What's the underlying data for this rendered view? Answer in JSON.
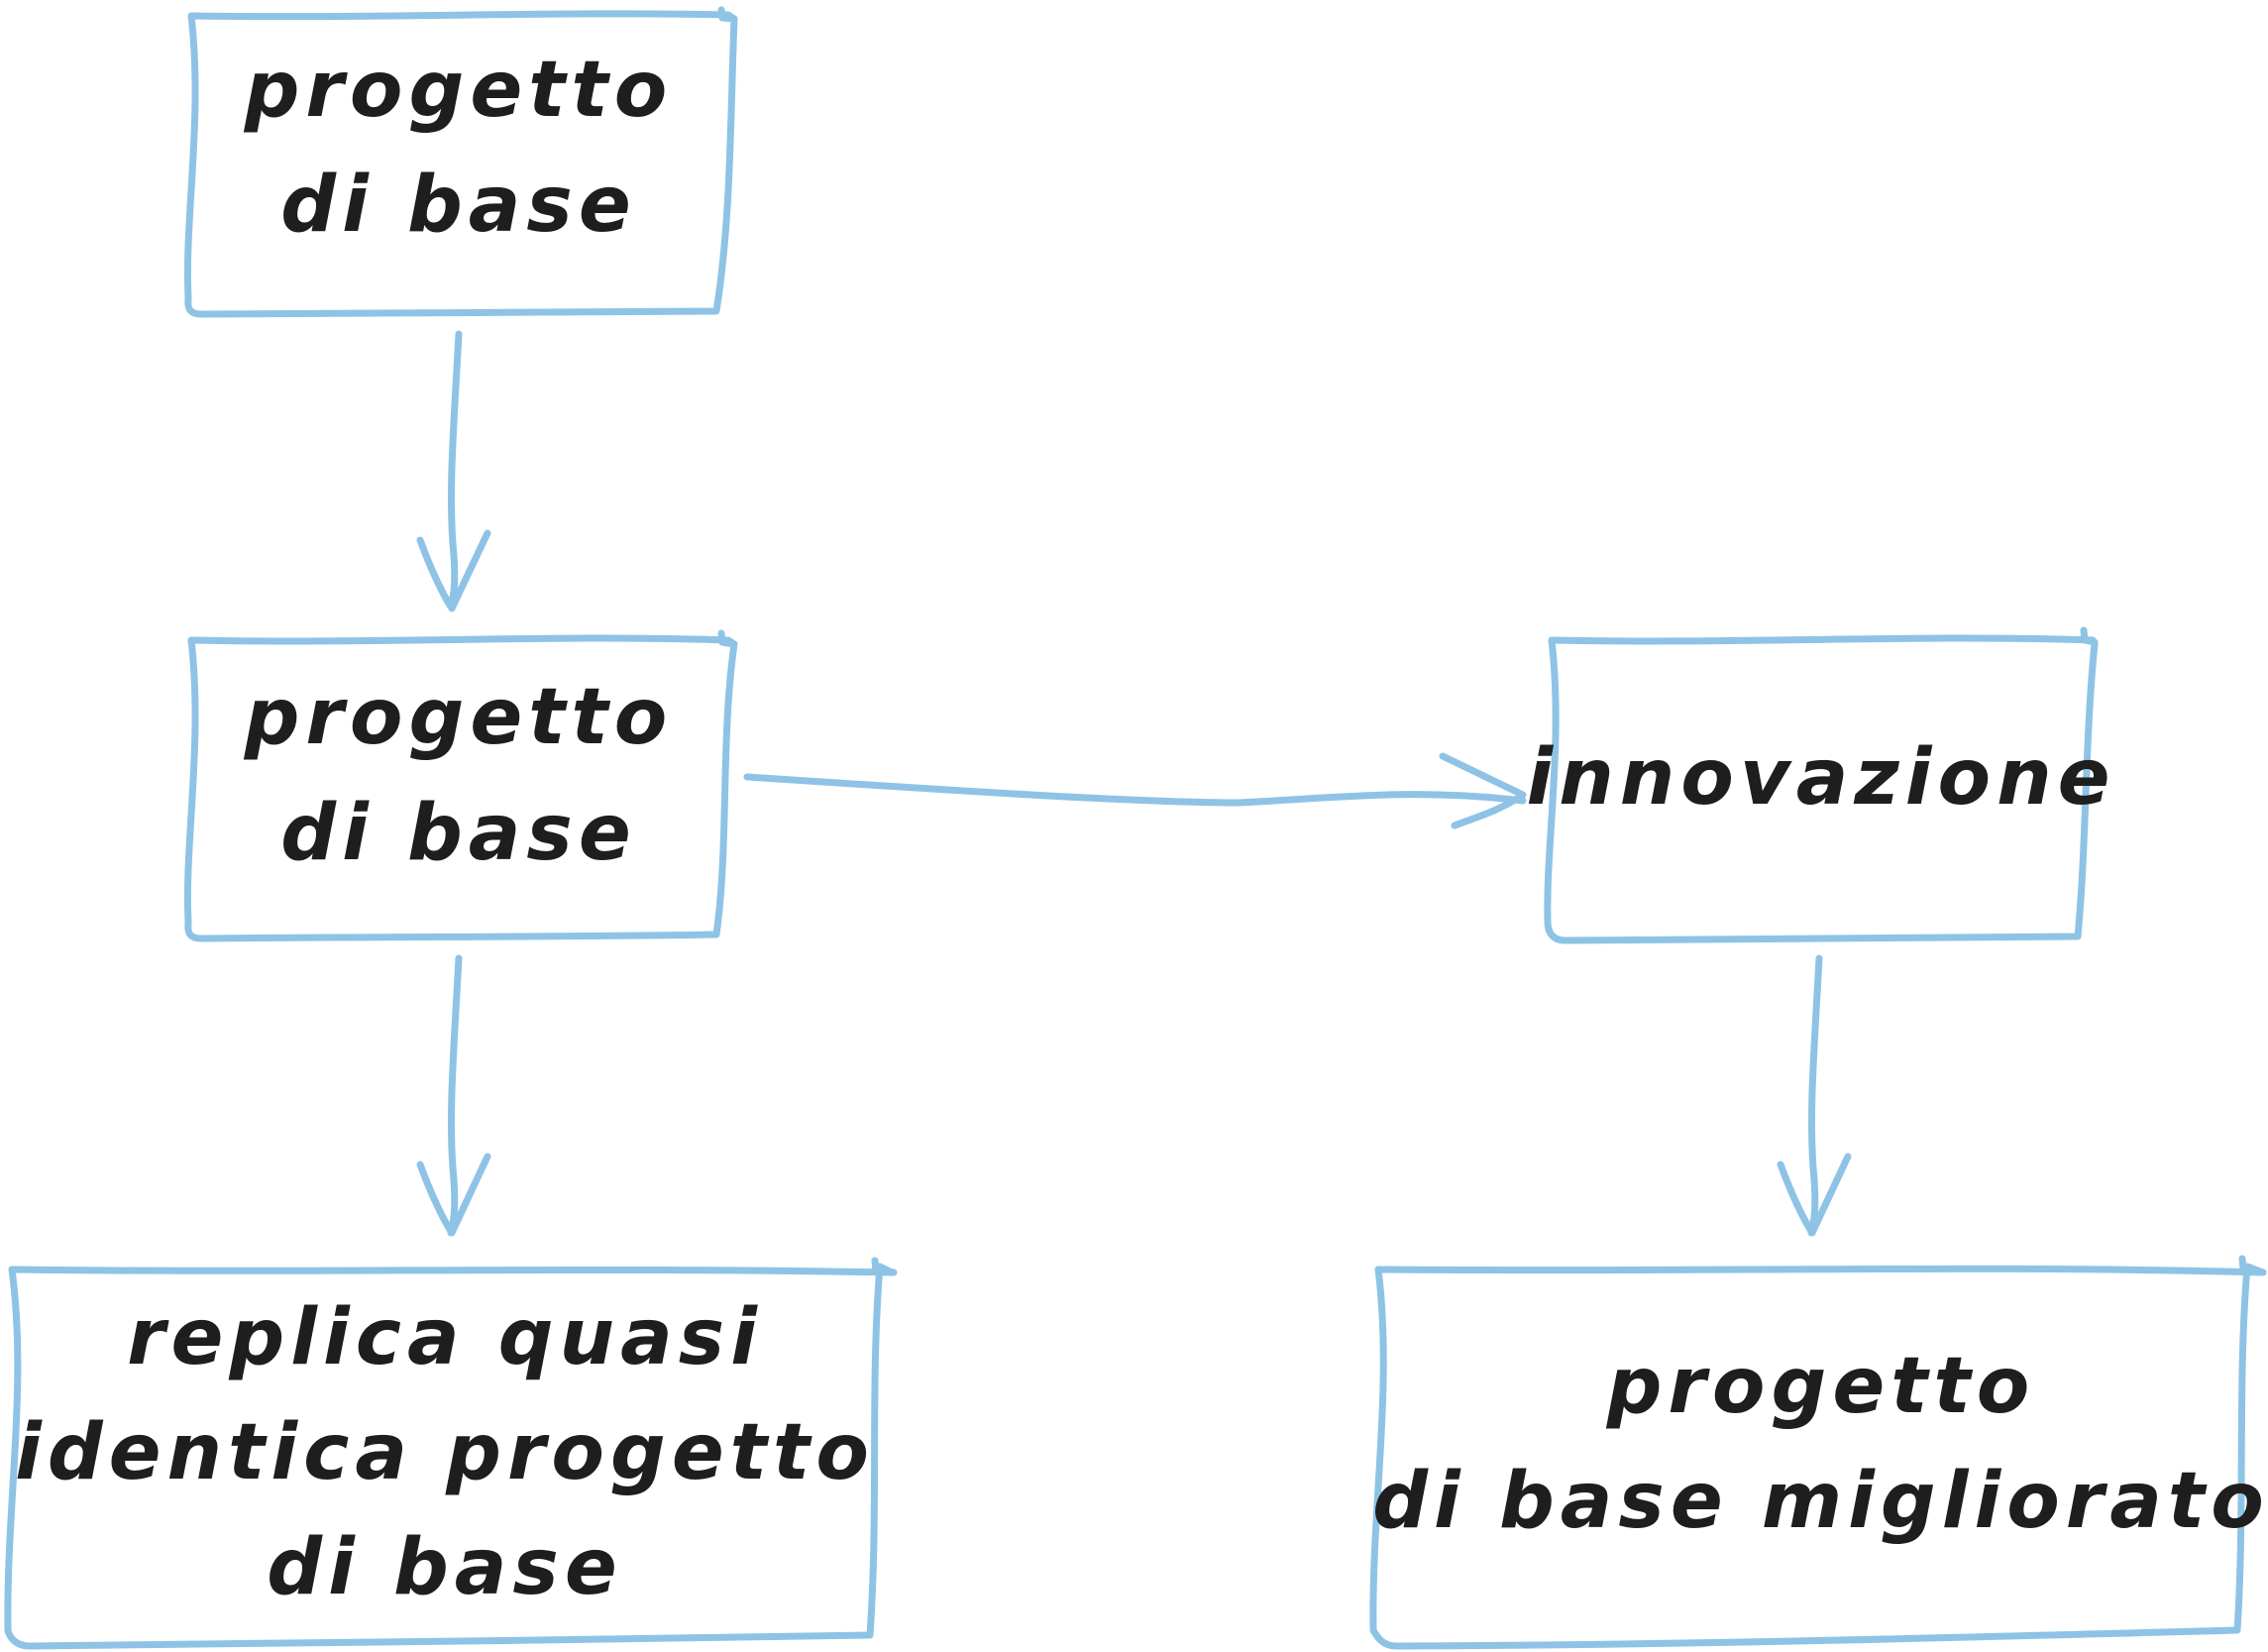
{
  "diagram": {
    "nodes": {
      "base_project_top": {
        "line1": "progetto",
        "line2": "di base"
      },
      "base_project_middle": {
        "line1": "progetto",
        "line2": "di base"
      },
      "replica": {
        "line1": "replica quasi",
        "line2": "identica progetto",
        "line3": "di base"
      },
      "innovation": {
        "line1": "innovazione"
      },
      "improved_project": {
        "line1": "progetto",
        "line2": "di base migliorato"
      }
    },
    "edges": [
      {
        "from": "base_project_top",
        "to": "base_project_middle"
      },
      {
        "from": "base_project_middle",
        "to": "replica"
      },
      {
        "from": "base_project_middle",
        "to": "innovation"
      },
      {
        "from": "innovation",
        "to": "improved_project"
      }
    ],
    "colors": {
      "stroke": "#8ec3e6",
      "text": "#1e1e1e",
      "background": "#ffffff"
    }
  }
}
